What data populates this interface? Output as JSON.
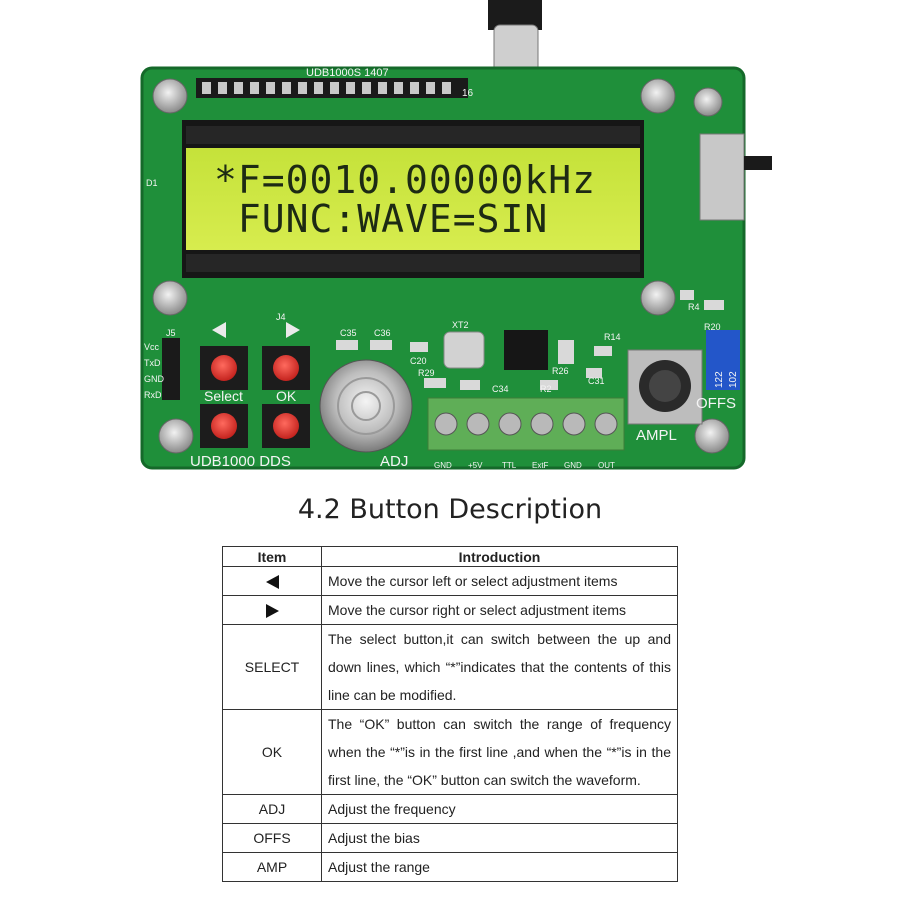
{
  "board": {
    "lcd_line1": "*F=0010.00000kHz",
    "lcd_line2": " FUNC:WAVE=SIN",
    "model_label": "UDB1000 DDS",
    "top_label": "UDB1000S 1407",
    "pin_label": "16",
    "btn_select_label": "Select",
    "btn_ok_label": "OK",
    "knob_adj_label": "ADJ",
    "knob_ampl_label": "AMPL",
    "knob_offs_label": "OFFS",
    "pot_label_1": "122",
    "pot_label_2": "102",
    "serial_pins": [
      "Vcc",
      "TxD",
      "GND",
      "RxD"
    ],
    "terminal_labels": [
      "GND",
      "+5V",
      "TTL",
      "ExtF",
      "GND",
      "OUT"
    ],
    "component_labels": [
      "C35",
      "C36",
      "XT2",
      "C20",
      "R29",
      "C34",
      "R2",
      "R26",
      "C31",
      "R14",
      "R4",
      "R20",
      "J4",
      "J5",
      "D1"
    ],
    "colors": {
      "pcb": "#1f8f3a",
      "lcd": "#cde63c",
      "button": "#e23a33"
    }
  },
  "section_title": "4.2 Button Description",
  "table": {
    "headers": [
      "Item",
      "Introduction"
    ],
    "rows": [
      {
        "item_icon": "left-arrow-icon",
        "intro": "Move the cursor left or select adjustment items"
      },
      {
        "item_icon": "right-arrow-icon",
        "intro": "Move the cursor right or select adjustment items"
      },
      {
        "item": "SELECT",
        "intro": "The select button,it can switch between the up and down lines, which “*”indicates that the contents of this line can be modified."
      },
      {
        "item": "OK",
        "intro": "The “OK” button can switch the range of frequency when the “*”is in the first line ,and when the “*”is in the first line, the “OK” button can switch the waveform."
      },
      {
        "item": "ADJ",
        "intro": "Adjust the frequency"
      },
      {
        "item": "OFFS",
        "intro": "Adjust the bias"
      },
      {
        "item": "AMP",
        "intro": "Adjust the range"
      }
    ]
  }
}
